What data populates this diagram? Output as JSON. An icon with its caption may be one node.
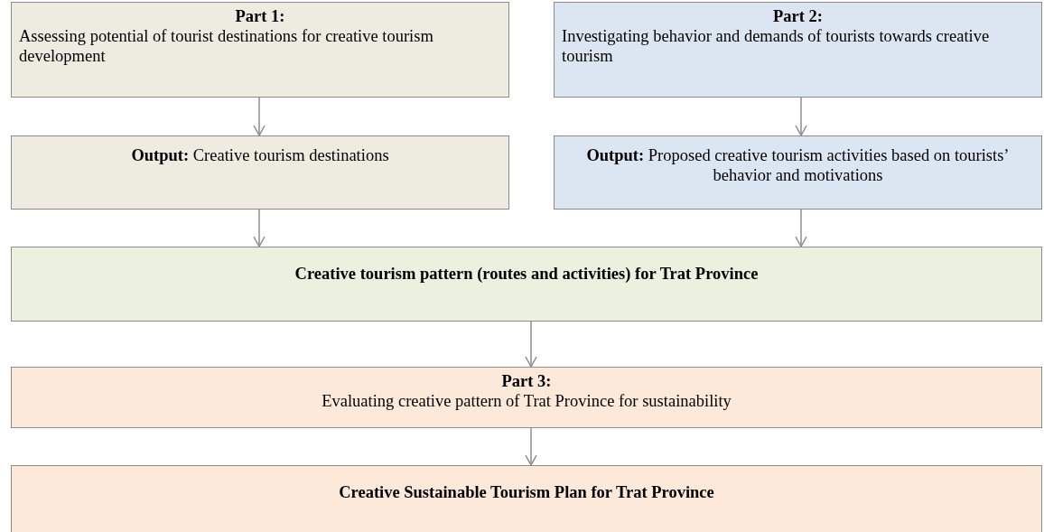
{
  "diagram": {
    "nodes": [
      {
        "text": [
          "Part 1:",
          "Assessing potential of tourist destinations for creative tourism development"
        ]
      },
      {
        "text": [
          "Part 2:",
          "Investigating behavior and demands of tourists towards creative tourism"
        ]
      },
      {
        "text": [
          "**Output:** Creative tourism destinations"
        ]
      },
      {
        "text": [
          "**Output:** Proposed creative tourism activities based on tourists’ behavior and motivations"
        ]
      },
      {
        "text": [
          "Creative tourism pattern (routes and activities) for Trat Province"
        ]
      },
      {
        "text": [
          "Part 3:",
          "Evaluating creative pattern of Trat Province for sustainability"
        ]
      },
      {
        "text": [
          "Creative Sustainable Tourism Plan for Trat Province"
        ]
      }
    ],
    "edges": [
      {
        "from": 0,
        "to": 2,
        "arrow": "to"
      },
      {
        "from": 1,
        "to": 3,
        "arrow": "to"
      },
      {
        "from": 2,
        "to": 4,
        "arrow": "to"
      },
      {
        "from": 3,
        "to": 4,
        "arrow": "to"
      },
      {
        "from": 4,
        "to": 5,
        "arrow": "to"
      },
      {
        "from": 5,
        "to": 6,
        "arrow": "to"
      }
    ]
  }
}
